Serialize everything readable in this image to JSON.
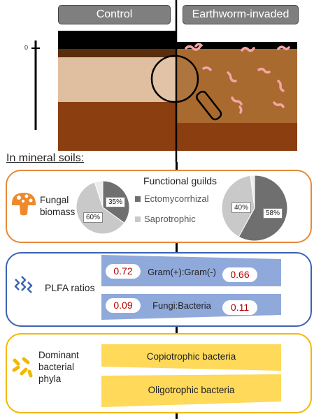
{
  "headers": {
    "left": "Control",
    "right": "Earthworm-invaded"
  },
  "axis": {
    "zero_label": "0"
  },
  "section_title": "In mineral soils:",
  "fungal": {
    "label_line1": "Fungal",
    "label_line2": "biomass",
    "legend_title": "Functional guilds",
    "legend_items": [
      "Ectomycorrhizal",
      "Saprotrophic"
    ],
    "colors": {
      "ectomycorrhizal": "#6f6f6f",
      "saprotrophic": "#c9c9c9",
      "other": "#ececec",
      "border": "#e58a3a"
    }
  },
  "chart_data": [
    {
      "type": "pie",
      "title": "",
      "labels": [
        "Ectomycorrhizal",
        "Saprotrophic",
        ""
      ],
      "values": [
        35,
        60,
        5
      ],
      "slice_labels": [
        "35%",
        "60%",
        ""
      ]
    },
    {
      "type": "pie",
      "title": "",
      "labels": [
        "Ectomycorrhizal",
        "Saprotrophic",
        ""
      ],
      "values": [
        58,
        40,
        2
      ],
      "slice_labels": [
        "58%",
        "40%",
        ""
      ]
    }
  ],
  "plfa": {
    "label": "PLFA ratios",
    "rows": [
      {
        "name": "Gram(+):Gram(-)",
        "control": "0.72",
        "invaded": "0.66"
      },
      {
        "name": "Fungi:Bacteria",
        "control": "0.09",
        "invaded": "0.11"
      }
    ],
    "colors": {
      "fill": "#8fa9db",
      "border": "#3a63b0",
      "value_text": "#b30000"
    }
  },
  "bacteria": {
    "label_line1": "Dominant",
    "label_line2": "bacterial",
    "label_line3": "phyla",
    "rows": [
      "Copiotrophic bacteria",
      "Oligotrophic bacteria"
    ],
    "colors": {
      "fill": "#fed95a",
      "border": "#f2b800"
    }
  },
  "icons": [
    "mushroom-icon",
    "lightning-icon",
    "bacteria-icon",
    "earthworm-icon",
    "magnifier-icon"
  ]
}
